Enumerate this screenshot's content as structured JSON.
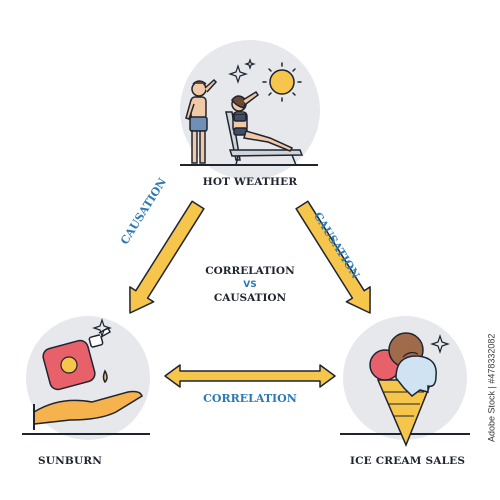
{
  "nodes": {
    "top": {
      "label": "HOT WEATHER"
    },
    "left": {
      "label": "SUNBURN"
    },
    "right": {
      "label": "ICE CREAM SALES"
    }
  },
  "center": {
    "line1": "CORRELATION",
    "vs": "VS",
    "line2": "CAUSATION"
  },
  "arrows": {
    "left_causation": "CAUSATION",
    "right_causation": "CAUSATION",
    "correlation": "CORRELATION"
  },
  "stock_id": "Adobe Stock | #478332082",
  "colors": {
    "arrow_fill": "#f6c54c",
    "arrow_stroke": "#1f2430",
    "accent_blue": "#2b79b5",
    "circle_bg": "#e6e8ec"
  }
}
